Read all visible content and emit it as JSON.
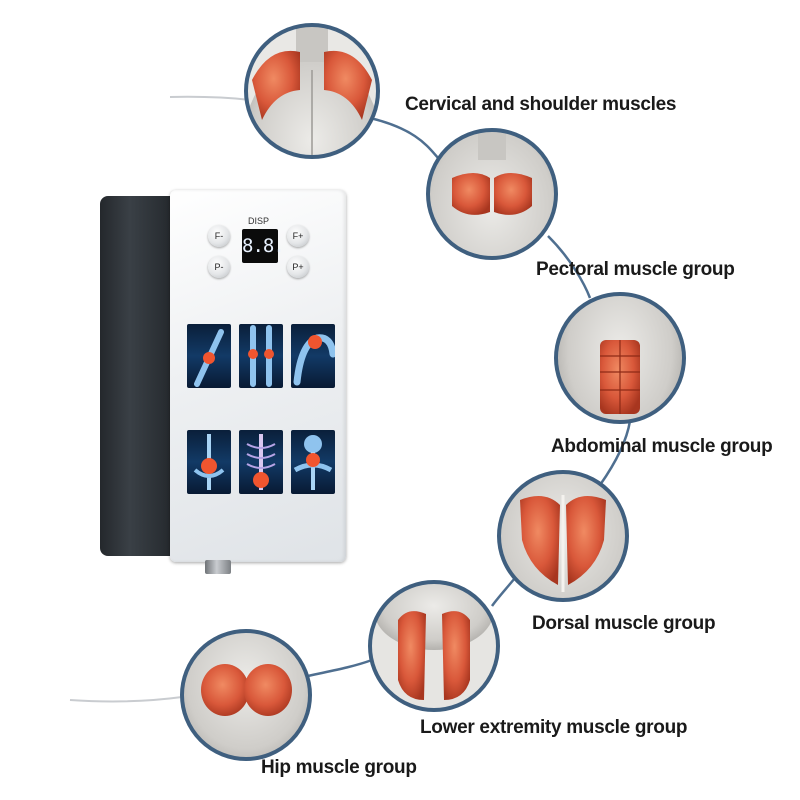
{
  "device": {
    "display_label": "DISP",
    "display_value": "8.8.",
    "buttons": {
      "f_minus": "F-",
      "f_plus": "F+",
      "p_minus": "P-",
      "p_plus": "P+"
    },
    "tiles": [
      "arm-joint-icon",
      "legs-joint-icon",
      "shoulder-joint-icon",
      "lower-back-icon",
      "spine-icon",
      "neck-icon"
    ]
  },
  "muscle_groups": [
    {
      "label": "Cervical and shoulder muscles",
      "icon": "cervical-shoulder-icon"
    },
    {
      "label": "Pectoral muscle group",
      "icon": "pectoral-icon"
    },
    {
      "label": "Abdominal muscle group",
      "icon": "abdominal-icon"
    },
    {
      "label": "Dorsal muscle group",
      "icon": "dorsal-icon"
    },
    {
      "label": "Lower extremity muscle group",
      "icon": "lower-extremity-icon"
    },
    {
      "label": "Hip muscle group",
      "icon": "hip-icon"
    }
  ],
  "colors": {
    "frame": "#3f5f7f",
    "muscle": "#d9583a",
    "skin": "#d8d6d2",
    "device_dark": "#2b3035"
  }
}
